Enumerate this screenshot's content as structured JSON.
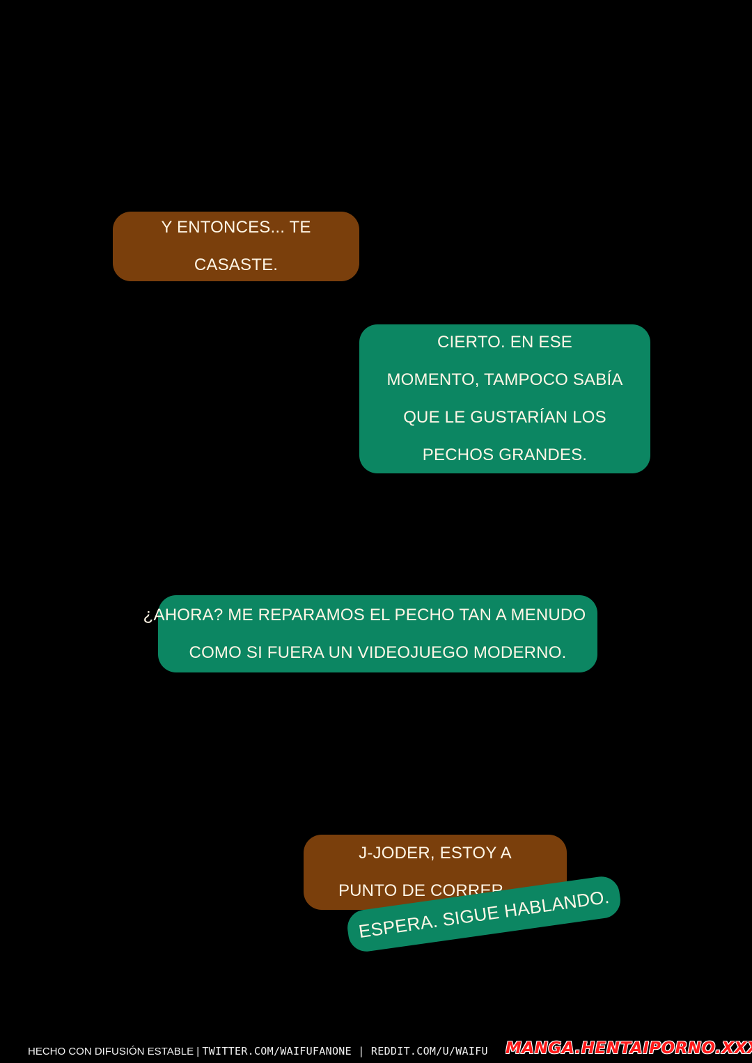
{
  "bubbles": [
    {
      "id": "b1",
      "color": "#7a3f0c",
      "lines": [
        "Y ENTONCES... TE",
        "CASASTE."
      ]
    },
    {
      "id": "b2",
      "color": "#0c8662",
      "lines": [
        "CIERTO. EN ESE",
        "MOMENTO, TAMPOCO SABÍA",
        "QUE LE GUSTARÍAN LOS",
        "PECHOS GRANDES."
      ]
    },
    {
      "id": "b3",
      "color": "#0c8662",
      "lines": [
        "¿AHORA? ME REPARAMOS EL PECHO TAN A MENUDO",
        "COMO SI FUERA UN VIDEOJUEGO MODERNO."
      ]
    },
    {
      "id": "b4",
      "color": "#7a3f0c",
      "lines": [
        "J-JODER, ESTOY A",
        "PUNTO DE CORRER."
      ]
    },
    {
      "id": "b5",
      "color": "#0c8662",
      "lines": [
        "ESPERA. SIGUE HABLANDO."
      ]
    }
  ],
  "footer": {
    "credit": "HECHO CON DIFUSIÓN ESTABLE |",
    "links": "TWITTER.COM/WAIFUFANONE | REDDIT.COM/U/WAIFU"
  },
  "watermark": "MANGA.HENTAIPORNO.XXX"
}
